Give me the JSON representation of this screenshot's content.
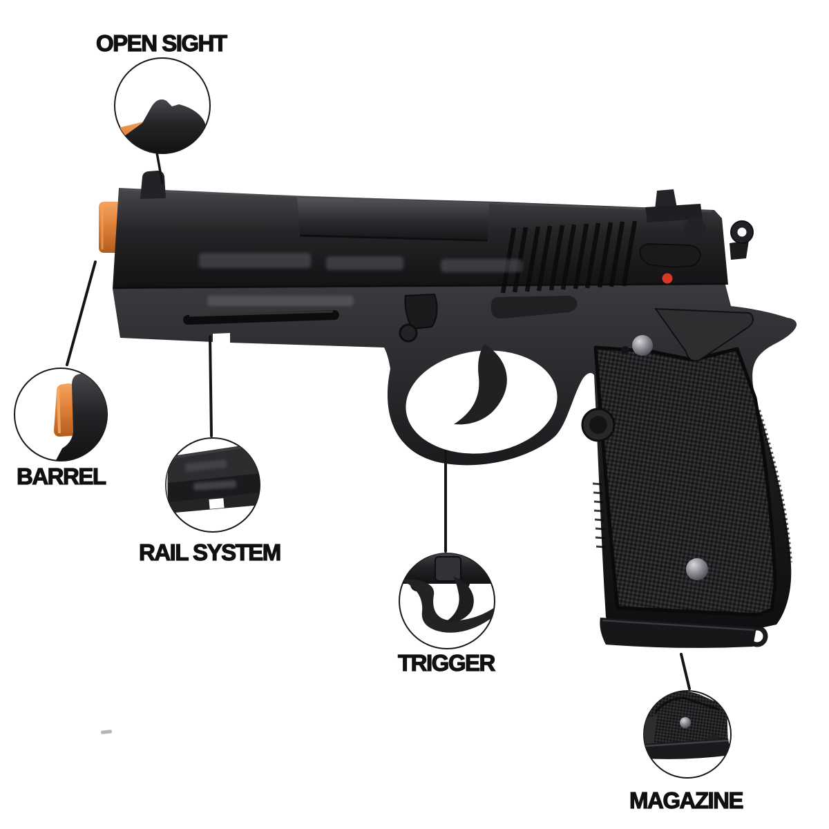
{
  "diagram": {
    "subject": "airsoft pistol parts diagram",
    "callouts": [
      {
        "id": "open-sight",
        "label": "OPEN SIGHT"
      },
      {
        "id": "barrel",
        "label": "BARREL"
      },
      {
        "id": "rail-system",
        "label": "RAIL SYSTEM"
      },
      {
        "id": "trigger",
        "label": "TRIGGER"
      },
      {
        "id": "magazine",
        "label": "MAGAZINE"
      }
    ],
    "colors": {
      "background": "#ffffff",
      "label_text": "#101010",
      "connector_line": "#141414",
      "circle_stroke": "#161616",
      "gun_body": "#1e1e20",
      "muzzle_tip_orange": "#e0813a",
      "safety_indicator_red": "#da3726"
    }
  }
}
